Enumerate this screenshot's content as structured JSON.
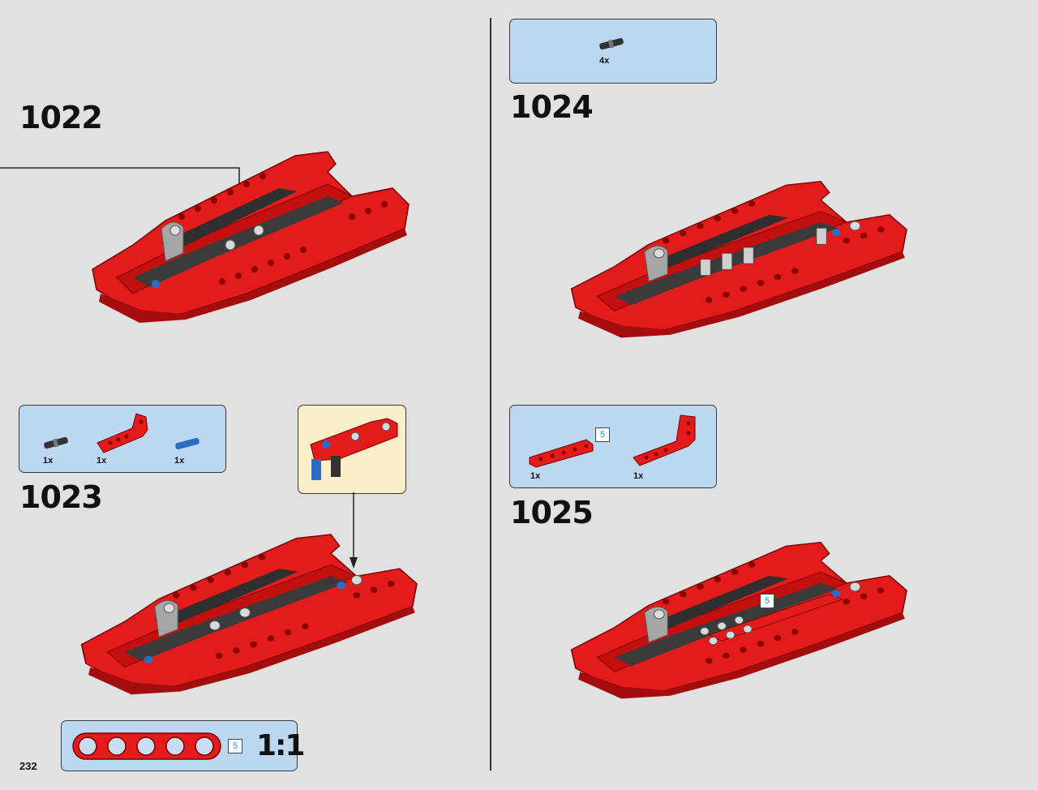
{
  "page": {
    "number": "232"
  },
  "steps": {
    "s1022": {
      "number": "1022"
    },
    "s1023": {
      "number": "1023",
      "parts": [
        {
          "qty": "1x",
          "icon": "black-axle-pin-icon"
        },
        {
          "qty": "1x",
          "icon": "red-angled-beam-icon"
        },
        {
          "qty": "1x",
          "icon": "blue-axle-pin-icon"
        }
      ]
    },
    "s1024": {
      "number": "1024",
      "parts": [
        {
          "qty": "4x",
          "icon": "black-axle-pin-icon"
        }
      ]
    },
    "s1025": {
      "number": "1025",
      "parts": [
        {
          "qty": "1x",
          "icon": "red-beam-5-icon",
          "length": "5"
        },
        {
          "qty": "1x",
          "icon": "red-angled-beam-icon"
        }
      ],
      "model_badge": "5"
    }
  },
  "scale_ref": {
    "length": "5",
    "ratio": "1:1"
  },
  "colors": {
    "background": "#e1e1e1",
    "parts_box": "#bcd8f0",
    "callout_box": "#fbeec8",
    "red": "#e31b1b",
    "dark_red": "#8c0000"
  }
}
